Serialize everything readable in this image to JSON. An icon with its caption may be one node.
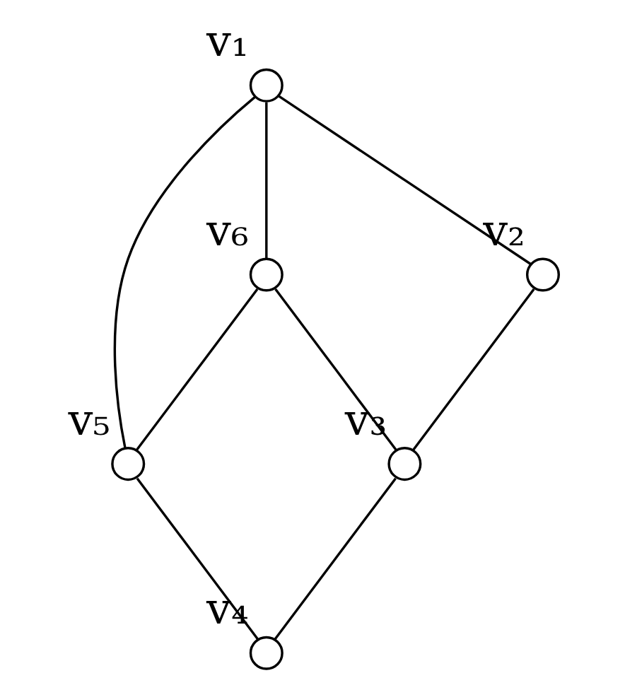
{
  "diagram": {
    "nodes": [
      {
        "text": [],
        "shape": "circle",
        "beside": [
          "v₁"
        ]
      },
      {
        "text": [],
        "shape": "circle",
        "beside": [
          "v₆"
        ]
      },
      {
        "text": [],
        "shape": "circle",
        "beside": [
          "v₂"
        ]
      },
      {
        "text": [],
        "shape": "circle",
        "beside": [
          "v₅"
        ]
      },
      {
        "text": [],
        "shape": "circle",
        "beside": [
          "v₃"
        ]
      },
      {
        "text": [],
        "shape": "circle",
        "beside": [
          "v₄"
        ]
      }
    ],
    "edges": [
      {
        "from": 0,
        "to": 1,
        "arrow": "none"
      },
      {
        "from": 0,
        "to": 2,
        "arrow": "none"
      },
      {
        "from": 0,
        "to": 3,
        "arrow": "none"
      },
      {
        "from": 1,
        "to": 3,
        "arrow": "none"
      },
      {
        "from": 1,
        "to": 4,
        "arrow": "none"
      },
      {
        "from": 2,
        "to": 4,
        "arrow": "none"
      },
      {
        "from": 3,
        "to": 5,
        "arrow": "none"
      },
      {
        "from": 4,
        "to": 5,
        "arrow": "none"
      }
    ]
  }
}
